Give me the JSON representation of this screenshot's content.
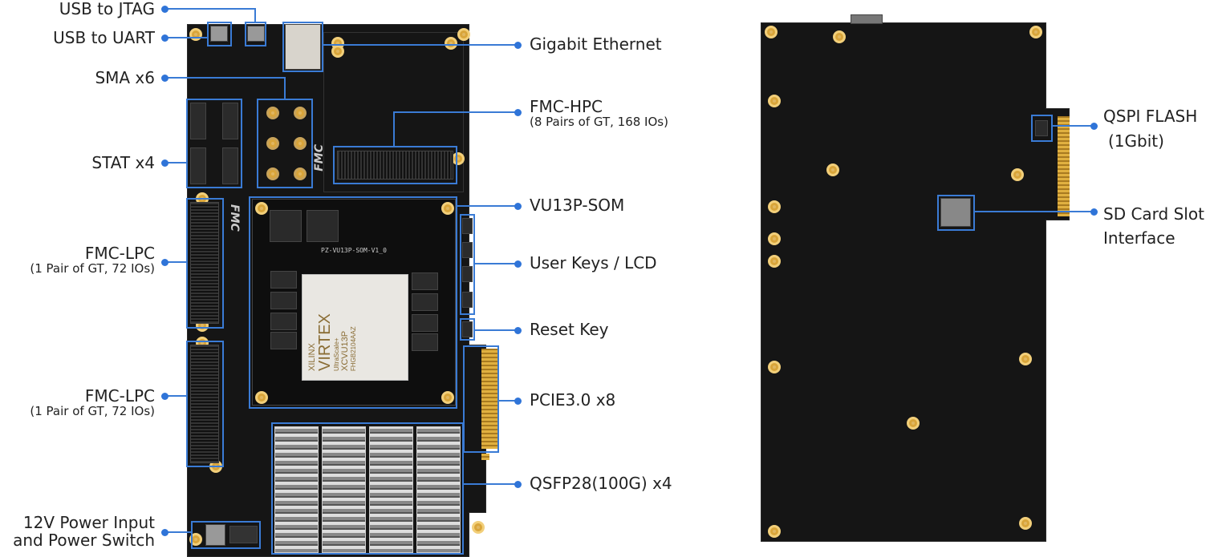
{
  "front_labels": {
    "usb_jtag": "USB to JTAG",
    "usb_uart": "USB to UART",
    "sma": "SMA x6",
    "stat": "STAT x4",
    "fmc_lpc_1": "FMC-LPC",
    "fmc_lpc_1_sub": "(1 Pair of GT, 72 IOs)",
    "fmc_lpc_2": "FMC-LPC",
    "fmc_lpc_2_sub": "(1 Pair of GT, 72 IOs)",
    "power_1": "12V Power Input",
    "power_2": "and Power Switch",
    "gigabit": "Gigabit Ethernet",
    "fmc_hpc": "FMC-HPC",
    "fmc_hpc_sub": "(8 Pairs of GT, 168 IOs)",
    "som": "VU13P-SOM",
    "user_keys": "User Keys / LCD",
    "reset": "Reset Key",
    "pcie": "PCIE3.0 x8",
    "qsfp": "QSFP28(100G) x4"
  },
  "back_labels": {
    "qspi_1": "QSPI FLASH",
    "qspi_2": "(1Gbit)",
    "sd_1": "SD Card Slot",
    "sd_2": "Interface"
  },
  "board_text": {
    "som_silk": "PZ-VU13P-SOM-V1_0",
    "fpga_brand": "XILINX",
    "fpga_family": "VIRTEX",
    "fpga_sub": "UltraScale+",
    "fpga_part": "XCVU13P",
    "fpga_pkg": "FHGB2104AAZ",
    "fmc_logo": "FMC"
  },
  "colors": {
    "callout": "#3a7bd5",
    "pcb": "#151515",
    "gold": "#d9a53a"
  }
}
